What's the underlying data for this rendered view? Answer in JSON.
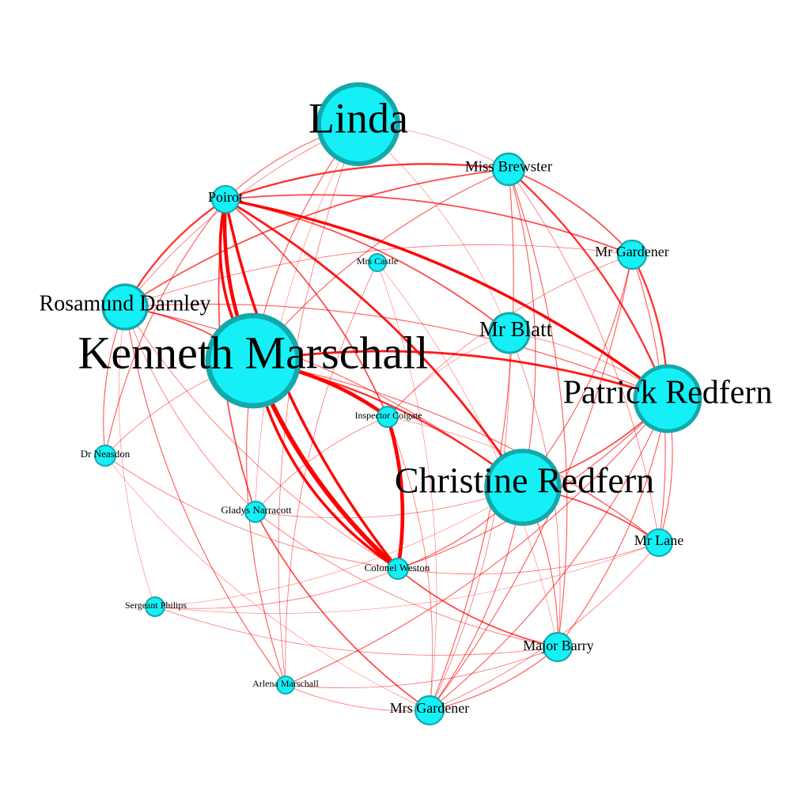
{
  "colors": {
    "background": "#ffffff",
    "edge": "#ff0000",
    "node_fill": "#14f0f6",
    "node_stroke": "#12a8ac",
    "label": "#000000"
  },
  "nodes": [
    {
      "id": "linda",
      "label": "Linda",
      "weight": 5
    },
    {
      "id": "miss-brewster",
      "label": "Miss Brewster",
      "weight": 2
    },
    {
      "id": "poirot",
      "label": "Poirot",
      "weight": 1.5
    },
    {
      "id": "mrs-castle",
      "label": "Mrs Castle",
      "weight": 0.8
    },
    {
      "id": "mr-gardener",
      "label": "Mr Gardener",
      "weight": 1.5
    },
    {
      "id": "rosamund-darnley",
      "label": "Rosamund Darnley",
      "weight": 2.8
    },
    {
      "id": "mr-blatt",
      "label": "Mr Blatt",
      "weight": 2.5
    },
    {
      "id": "kenneth-marschall",
      "label": "Kenneth Marschall",
      "weight": 7
    },
    {
      "id": "patrick-redfern",
      "label": "Patrick Redfern",
      "weight": 4.5
    },
    {
      "id": "inspector-colgate",
      "label": "Inspector Colgate",
      "weight": 1
    },
    {
      "id": "dr-neasdon",
      "label": "Dr Neasdon",
      "weight": 1
    },
    {
      "id": "christine-redfern",
      "label": "Christine Redfern",
      "weight": 5
    },
    {
      "id": "gladys-narracott",
      "label": "Gladys Narracott",
      "weight": 1
    },
    {
      "id": "mr-lane",
      "label": "Mr Lane",
      "weight": 1.5
    },
    {
      "id": "colonel-weston",
      "label": "Colonel Weston",
      "weight": 1
    },
    {
      "id": "sergeant-philips",
      "label": "Sergeant Philips",
      "weight": 1
    },
    {
      "id": "major-barry",
      "label": "Major Barry",
      "weight": 1.5
    },
    {
      "id": "arlena-marschall",
      "label": "Arlena Marschall",
      "weight": 1
    },
    {
      "id": "mrs-gardener",
      "label": "Mrs Gardener",
      "weight": 1.5
    }
  ],
  "edges": [
    {
      "s": "poirot",
      "t": "kenneth-marschall",
      "w": 4
    },
    {
      "s": "poirot",
      "t": "kenneth-marschall",
      "w": 3
    },
    {
      "s": "poirot",
      "t": "colonel-weston",
      "w": 3
    },
    {
      "s": "kenneth-marschall",
      "t": "colonel-weston",
      "w": 5
    },
    {
      "s": "kenneth-marschall",
      "t": "colonel-weston",
      "w": 3
    },
    {
      "s": "kenneth-marschall",
      "t": "inspector-colgate",
      "w": 4
    },
    {
      "s": "inspector-colgate",
      "t": "colonel-weston",
      "w": 4
    },
    {
      "s": "poirot",
      "t": "patrick-redfern",
      "w": 3
    },
    {
      "s": "poirot",
      "t": "christine-redfern",
      "w": 2.5
    },
    {
      "s": "poirot",
      "t": "rosamund-darnley",
      "w": 2
    },
    {
      "s": "poirot",
      "t": "miss-brewster",
      "w": 2
    },
    {
      "s": "poirot",
      "t": "mr-gardener",
      "w": 1.5
    },
    {
      "s": "poirot",
      "t": "mr-blatt",
      "w": 1.5
    },
    {
      "s": "poirot",
      "t": "inspector-colgate",
      "w": 1.5
    },
    {
      "s": "poirot",
      "t": "gladys-narracott",
      "w": 1.5
    },
    {
      "s": "poirot",
      "t": "dr-neasdon",
      "w": 1
    },
    {
      "s": "poirot",
      "t": "linda",
      "w": 1
    },
    {
      "s": "kenneth-marschall",
      "t": "patrick-redfern",
      "w": 2.5
    },
    {
      "s": "kenneth-marschall",
      "t": "rosamund-darnley",
      "w": 1.5
    },
    {
      "s": "kenneth-marschall",
      "t": "christine-redfern",
      "w": 2
    },
    {
      "s": "kenneth-marschall",
      "t": "miss-brewster",
      "w": 1
    },
    {
      "s": "kenneth-marschall",
      "t": "linda",
      "w": 1
    },
    {
      "s": "kenneth-marschall",
      "t": "mr-lane",
      "w": 1
    },
    {
      "s": "kenneth-marschall",
      "t": "dr-neasdon",
      "w": 0.7
    },
    {
      "s": "kenneth-marschall",
      "t": "arlena-marschall",
      "w": 1
    },
    {
      "s": "miss-brewster",
      "t": "patrick-redfern",
      "w": 2
    },
    {
      "s": "miss-brewster",
      "t": "mr-gardener",
      "w": 1.5
    },
    {
      "s": "miss-brewster",
      "t": "rosamund-darnley",
      "w": 1.5
    },
    {
      "s": "miss-brewster",
      "t": "christine-redfern",
      "w": 1
    },
    {
      "s": "miss-brewster",
      "t": "mrs-gardener",
      "w": 1
    },
    {
      "s": "miss-brewster",
      "t": "major-barry",
      "w": 1
    },
    {
      "s": "miss-brewster",
      "t": "mr-lane",
      "w": 0.7
    },
    {
      "s": "miss-brewster",
      "t": "linda",
      "w": 0.5
    },
    {
      "s": "mr-gardener",
      "t": "patrick-redfern",
      "w": 2
    },
    {
      "s": "mr-gardener",
      "t": "mrs-gardener",
      "w": 1
    },
    {
      "s": "mr-gardener",
      "t": "christine-redfern",
      "w": 1
    },
    {
      "s": "mr-gardener",
      "t": "inspector-colgate",
      "w": 0.7
    },
    {
      "s": "mr-gardener",
      "t": "mr-lane",
      "w": 1
    },
    {
      "s": "mr-gardener",
      "t": "rosamund-darnley",
      "w": 0.7
    },
    {
      "s": "patrick-redfern",
      "t": "christine-redfern",
      "w": 1.5
    },
    {
      "s": "patrick-redfern",
      "t": "mr-lane",
      "w": 1
    },
    {
      "s": "patrick-redfern",
      "t": "major-barry",
      "w": 1
    },
    {
      "s": "patrick-redfern",
      "t": "mrs-gardener",
      "w": 1
    },
    {
      "s": "patrick-redfern",
      "t": "colonel-weston",
      "w": 1
    },
    {
      "s": "patrick-redfern",
      "t": "arlena-marschall",
      "w": 1
    },
    {
      "s": "patrick-redfern",
      "t": "rosamund-darnley",
      "w": 1
    },
    {
      "s": "patrick-redfern",
      "t": "mr-blatt",
      "w": 0.7
    },
    {
      "s": "christine-redfern",
      "t": "mr-lane",
      "w": 1.5
    },
    {
      "s": "christine-redfern",
      "t": "major-barry",
      "w": 1
    },
    {
      "s": "christine-redfern",
      "t": "mrs-gardener",
      "w": 1
    },
    {
      "s": "christine-redfern",
      "t": "colonel-weston",
      "w": 1
    },
    {
      "s": "christine-redfern",
      "t": "rosamund-darnley",
      "w": 1
    },
    {
      "s": "christine-redfern",
      "t": "gladys-narracott",
      "w": 0.7
    },
    {
      "s": "christine-redfern",
      "t": "sergeant-philips",
      "w": 0.5
    },
    {
      "s": "colonel-weston",
      "t": "major-barry",
      "w": 1.5
    },
    {
      "s": "colonel-weston",
      "t": "dr-neasdon",
      "w": 0.7
    },
    {
      "s": "colonel-weston",
      "t": "sergeant-philips",
      "w": 0.7
    },
    {
      "s": "colonel-weston",
      "t": "mr-lane",
      "w": 0.7
    },
    {
      "s": "colonel-weston",
      "t": "rosamund-darnley",
      "w": 0.7
    },
    {
      "s": "gladys-narracott",
      "t": "mrs-gardener",
      "w": 1.5
    },
    {
      "s": "gladys-narracott",
      "t": "inspector-colgate",
      "w": 0.7
    },
    {
      "s": "gladys-narracott",
      "t": "major-barry",
      "w": 0.7
    },
    {
      "s": "rosamund-darnley",
      "t": "dr-neasdon",
      "w": 1
    },
    {
      "s": "rosamund-darnley",
      "t": "arlena-marschall",
      "w": 1
    },
    {
      "s": "rosamund-darnley",
      "t": "gladys-narracott",
      "w": 0.7
    },
    {
      "s": "rosamund-darnley",
      "t": "linda",
      "w": 0.7
    },
    {
      "s": "rosamund-darnley",
      "t": "sergeant-philips",
      "w": 0.5
    },
    {
      "s": "linda",
      "t": "arlena-marschall",
      "w": 0.7
    },
    {
      "s": "linda",
      "t": "mr-blatt",
      "w": 0.5
    },
    {
      "s": "linda",
      "t": "gladys-narracott",
      "w": 0.5
    },
    {
      "s": "mrs-castle",
      "t": "arlena-marschall",
      "w": 0.7
    },
    {
      "s": "mrs-castle",
      "t": "mrs-gardener",
      "w": 0.5
    },
    {
      "s": "mrs-castle",
      "t": "major-barry",
      "w": 0.5
    },
    {
      "s": "mr-blatt",
      "t": "mrs-gardener",
      "w": 0.7
    },
    {
      "s": "mr-blatt",
      "t": "major-barry",
      "w": 0.7
    },
    {
      "s": "mr-blatt",
      "t": "inspector-colgate",
      "w": 0.5
    },
    {
      "s": "inspector-colgate",
      "t": "mrs-gardener",
      "w": 0.7
    },
    {
      "s": "inspector-colgate",
      "t": "mr-lane",
      "w": 0.5
    },
    {
      "s": "sergeant-philips",
      "t": "major-barry",
      "w": 0.7
    },
    {
      "s": "sergeant-philips",
      "t": "mr-lane",
      "w": 0.5
    },
    {
      "s": "arlena-marschall",
      "t": "major-barry",
      "w": 0.7
    },
    {
      "s": "arlena-marschall",
      "t": "mrs-gardener",
      "w": 0.7
    },
    {
      "s": "mr-lane",
      "t": "mrs-gardener",
      "w": 0.7
    },
    {
      "s": "major-barry",
      "t": "mrs-gardener",
      "w": 1
    },
    {
      "s": "dr-neasdon",
      "t": "mrs-gardener",
      "w": 0.5
    }
  ]
}
